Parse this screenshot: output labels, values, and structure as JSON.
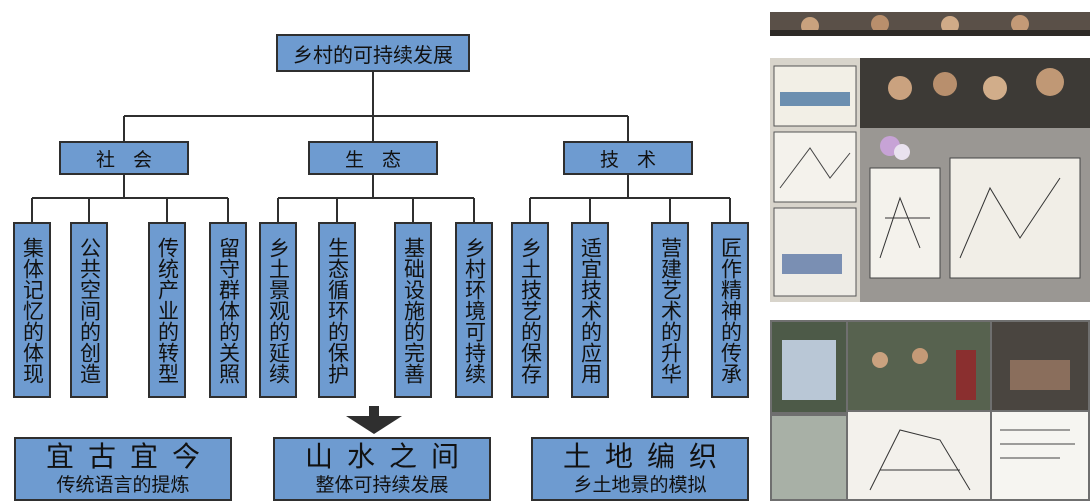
{
  "root": "乡村的可持续发展",
  "categories": [
    {
      "label": "社会",
      "leaves": [
        "集体记忆的体现",
        "公共空间的创造",
        "传统产业的转型",
        "留守群体的关照"
      ]
    },
    {
      "label": "生态",
      "leaves": [
        "乡土景观的延续",
        "生态循环的保护",
        "基础设施的完善",
        "乡村环境可持续"
      ]
    },
    {
      "label": "技术",
      "leaves": [
        "乡土技艺的保存",
        "适宜技术的应用",
        "营建艺术的升华",
        "匠作精神的传承"
      ]
    }
  ],
  "results": [
    {
      "title": "宜古宜今",
      "subtitle": "传统语言的提炼"
    },
    {
      "title": "山水之间",
      "subtitle": "整体可持续发展"
    },
    {
      "title": "土地编织",
      "subtitle": "乡土地景的模拟"
    }
  ],
  "colors": {
    "box_fill": "#6e9bd0",
    "border": "#2f2f2f"
  },
  "photos": [
    "group-photo-strip",
    "sketch-review-photo",
    "site-visit-collage"
  ]
}
